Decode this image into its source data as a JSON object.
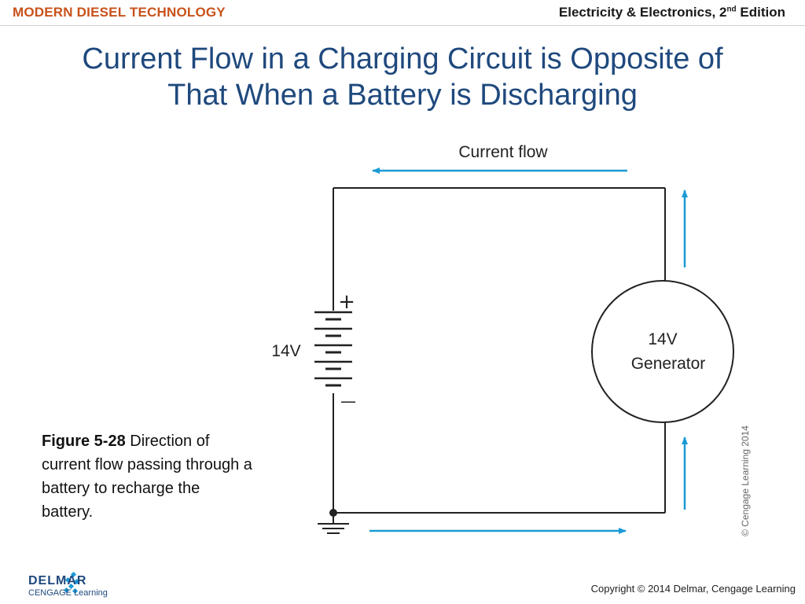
{
  "header": {
    "left": "MODERN DIESEL TECHNOLOGY",
    "right_main": "Electricity & Electronics, 2",
    "right_sup": "nd",
    "right_end": " Edition"
  },
  "title": {
    "line1": "Current Flow in a Charging Circuit is Opposite of",
    "line2": "That When a Battery is Discharging"
  },
  "diagram": {
    "current_flow_label": "Current flow",
    "battery_voltage": "14V",
    "plus_sign": "+",
    "minus_sign": "—",
    "generator_voltage": "14V",
    "generator_label": "Generator",
    "credit": "© Cengage Learning 2014",
    "arrow_color": "#1a9ad6"
  },
  "caption": {
    "figure": "Figure 5-28",
    "text": " Direction of current flow passing through a battery to recharge the battery."
  },
  "footer": {
    "logo_name": "DELMAR",
    "logo_sub": "CENGAGE Learning",
    "copyright": "Copyright © 2014 Delmar, Cengage Learning"
  }
}
